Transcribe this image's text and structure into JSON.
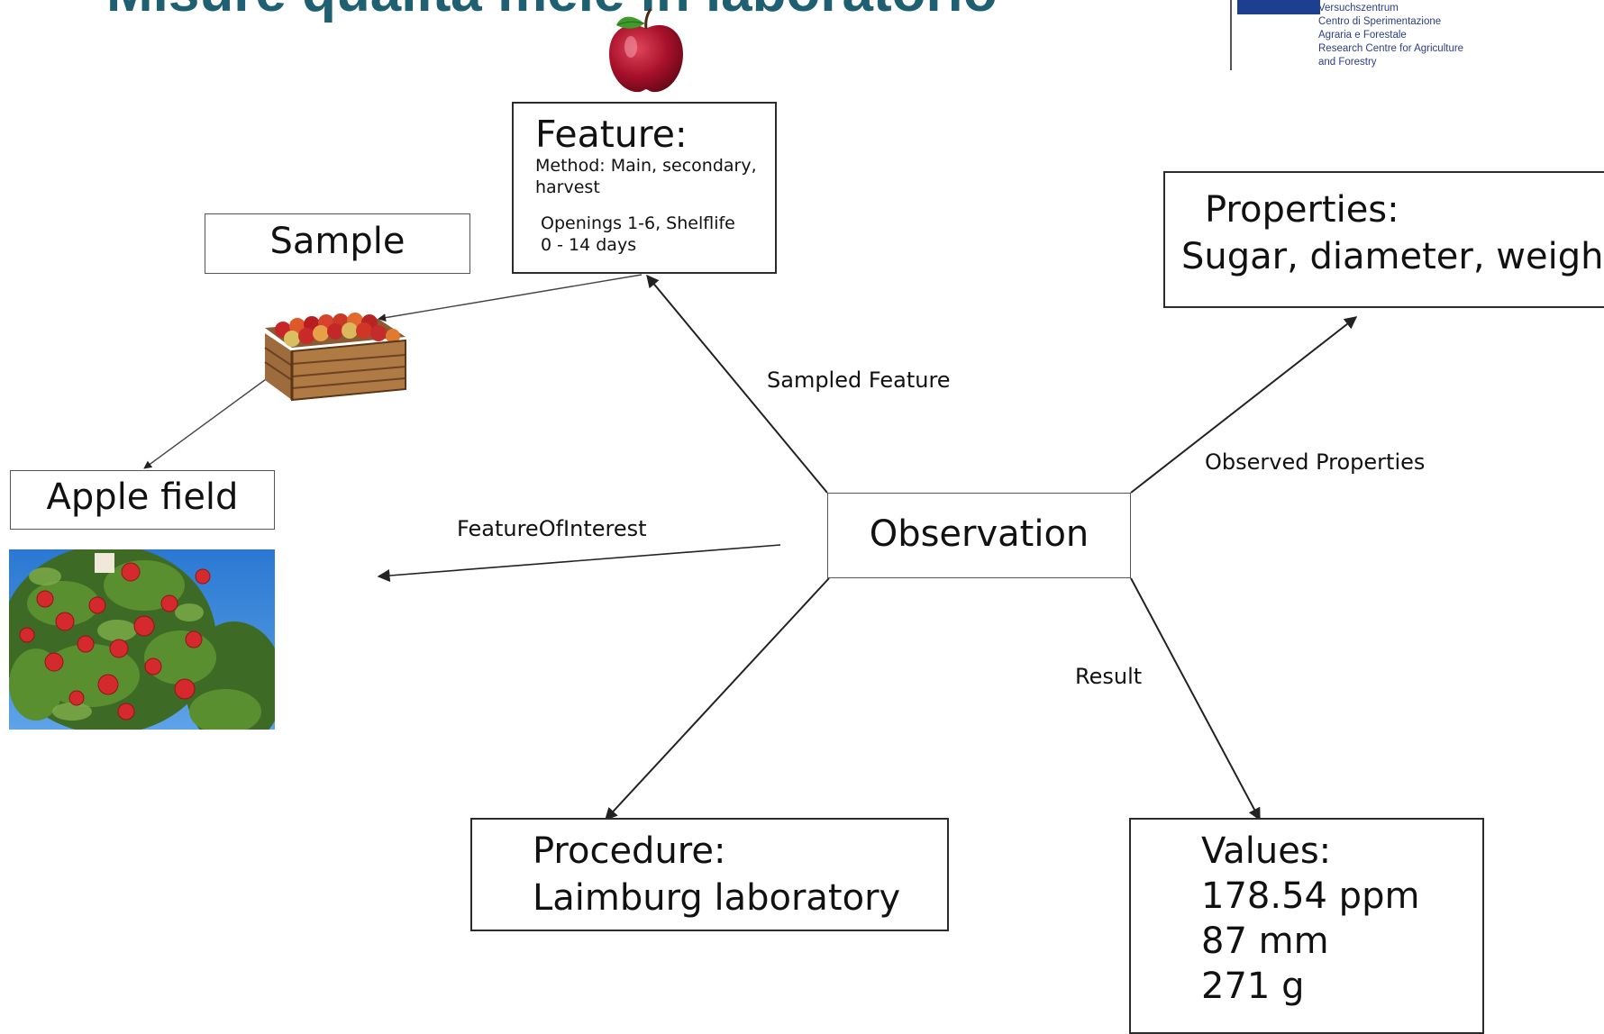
{
  "title": "Misure qualità mele in laboratorio",
  "logo": {
    "lines": [
      "Versuchszentrum",
      "Centro di Sperimentazione",
      "Agraria e Forestale",
      "Research Centre for Agriculture",
      "and Forestry"
    ]
  },
  "nodes": {
    "feature": {
      "heading": "Feature:",
      "method": "Method: Main, secondary,",
      "method2": "harvest",
      "openings": "Openings 1-6, Shelflife",
      "openings2": "0 - 14 days"
    },
    "sample": {
      "label": "Sample"
    },
    "apple_field": {
      "label": "Apple field"
    },
    "properties": {
      "heading": "Properties:",
      "text": "Sugar, diameter, weight"
    },
    "observation": {
      "label": "Observation"
    },
    "procedure": {
      "heading": "Procedure:",
      "text": "Laimburg laboratory"
    },
    "values": {
      "heading": "Values:",
      "v1": "178.54 ppm",
      "v2": "87 mm",
      "v3": "271 g"
    }
  },
  "edges": {
    "sampled_feature": "Sampled Feature",
    "observed_properties": "Observed Properties",
    "feature_of_interest": "FeatureOfInterest",
    "result": "Result"
  }
}
